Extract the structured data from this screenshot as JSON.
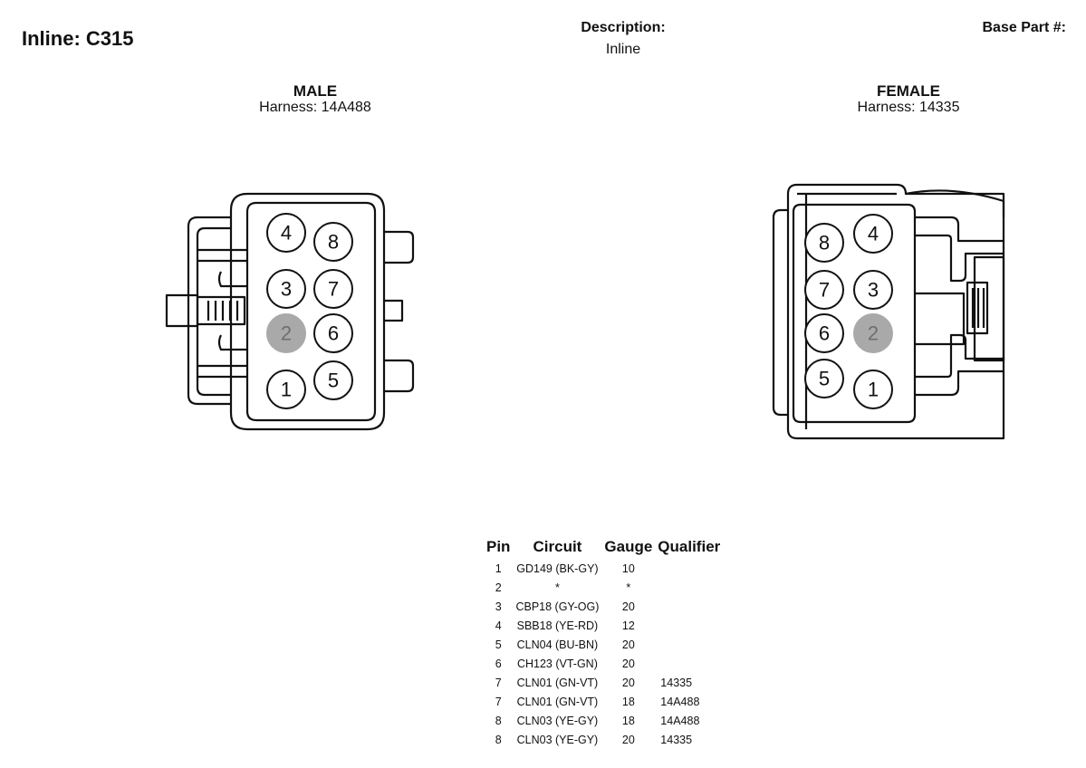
{
  "header": {
    "title": "Inline: C315",
    "description_label": "Description:",
    "description_value": "Inline",
    "base_part_label": "Base Part #:"
  },
  "connectors": {
    "male": {
      "gender": "MALE",
      "harness": "Harness: 14A488",
      "pins": [
        "4",
        "8",
        "3",
        "7",
        "2",
        "6",
        "1",
        "5"
      ],
      "empty_pin": "2"
    },
    "female": {
      "gender": "FEMALE",
      "harness": "Harness: 14335",
      "pins": [
        "8",
        "4",
        "7",
        "3",
        "6",
        "2",
        "5",
        "1"
      ],
      "empty_pin": "2"
    }
  },
  "pin_table": {
    "headers": [
      "Pin",
      "Circuit",
      "Gauge",
      "Qualifier"
    ],
    "rows": [
      [
        "1",
        "GD149 (BK-GY)",
        "10",
        ""
      ],
      [
        "2",
        "*",
        "*",
        ""
      ],
      [
        "3",
        "CBP18 (GY-OG)",
        "20",
        ""
      ],
      [
        "4",
        "SBB18 (YE-RD)",
        "12",
        ""
      ],
      [
        "5",
        "CLN04 (BU-BN)",
        "20",
        ""
      ],
      [
        "6",
        "CH123 (VT-GN)",
        "20",
        ""
      ],
      [
        "7",
        "CLN01 (GN-VT)",
        "20",
        "14335"
      ],
      [
        "7",
        "CLN01 (GN-VT)",
        "18",
        "14A488"
      ],
      [
        "8",
        "CLN03 (YE-GY)",
        "18",
        "14A488"
      ],
      [
        "8",
        "CLN03 (YE-GY)",
        "20",
        "14335"
      ]
    ]
  }
}
